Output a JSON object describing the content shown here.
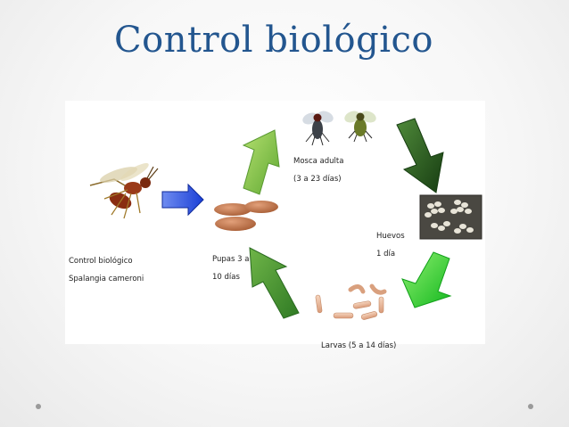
{
  "slide": {
    "title": "Control biológico"
  },
  "diagram": {
    "stages": {
      "adult": {
        "line1": "Mosca    adulta",
        "line2": "(3 a 23 días)"
      },
      "eggs": {
        "line1": "Huevos",
        "line2": "1 día"
      },
      "larvae": {
        "line1": "Larvas (5 a 14  días)"
      },
      "pupae": {
        "line1": "Pupas 3 a",
        "line2": "10 días"
      }
    },
    "control": {
      "line1": "Control biológico",
      "line2": "Spalangia cameroni"
    }
  },
  "colors": {
    "title": "#23568f",
    "arrow_dark": "#1f4d1a",
    "arrow_mid": "#3f8f2f",
    "arrow_bright": "#2fd13a",
    "arrow_light": "#7fbf3f",
    "arrow_blue": "#1a3fd6",
    "pupa": "#c07850"
  }
}
